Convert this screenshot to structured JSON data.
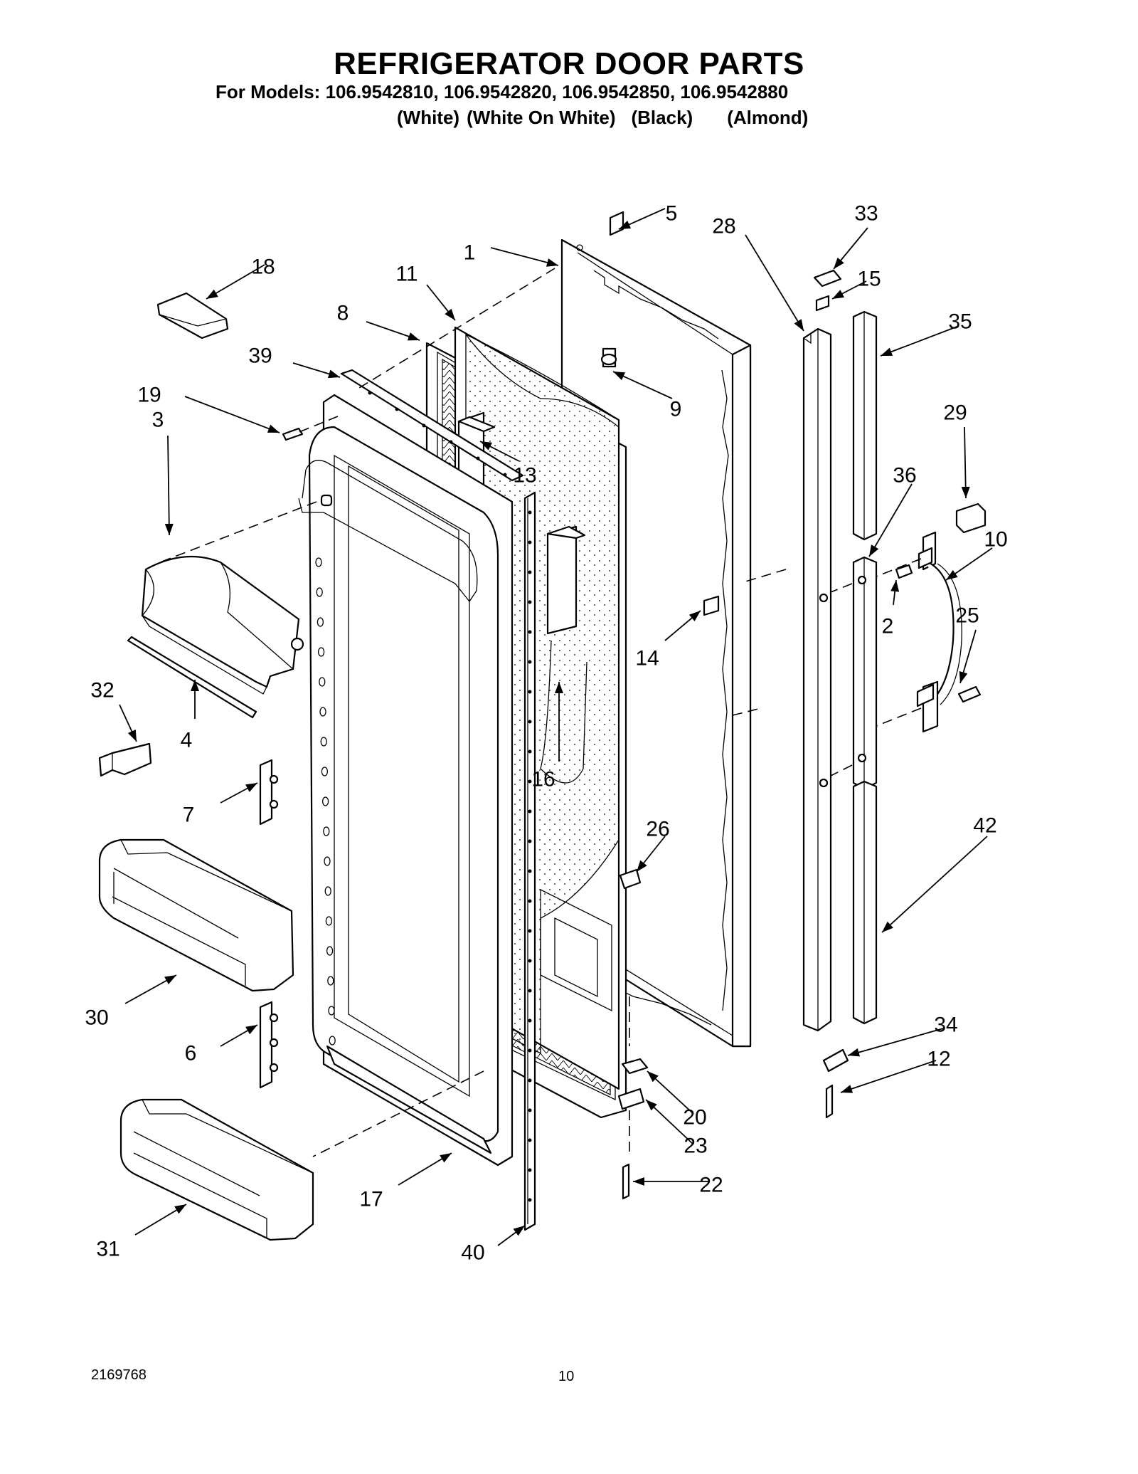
{
  "header": {
    "title": "REFRIGERATOR DOOR PARTS",
    "models_prefix": "For Models:",
    "models": "106.9542810, 106.9542820, 106.9542850, 106.9542880",
    "colors": [
      "(White)",
      "(White On White)",
      "(Black)",
      "(Almond)"
    ]
  },
  "parts": [
    "1",
    "2",
    "3",
    "4",
    "5",
    "6",
    "7",
    "8",
    "9",
    "10",
    "11",
    "12",
    "13",
    "14",
    "15",
    "16",
    "17",
    "18",
    "19",
    "20",
    "22",
    "23",
    "25",
    "26",
    "28",
    "29",
    "30",
    "31",
    "32",
    "33",
    "34",
    "35",
    "36",
    "39",
    "40",
    "42"
  ],
  "footer": {
    "doc_number": "2169768",
    "page_number": "10"
  }
}
